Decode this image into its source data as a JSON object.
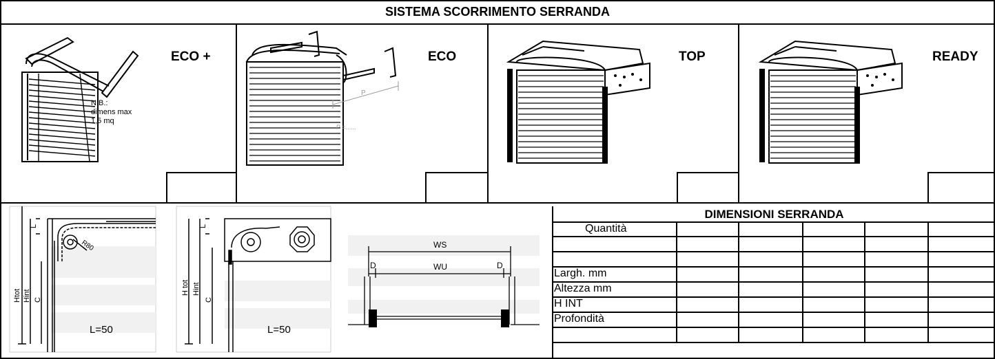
{
  "header": {
    "title": "SISTEMA SCORRIMENTO SERRANDA"
  },
  "models": [
    {
      "name": "ECO +",
      "note": [
        "N.B.:",
        "dimens max",
        "1,5 mq"
      ]
    },
    {
      "name": "ECO",
      "depth_label": "P",
      "depth_field": "P =......"
    },
    {
      "name": "TOP"
    },
    {
      "name": "READY"
    }
  ],
  "diagrams": {
    "d1": {
      "l": "L",
      "htot": "Htot",
      "hint": "Hint",
      "c": "C",
      "r": "R80",
      "bottom": "L=50"
    },
    "d2": {
      "l": "L",
      "htot": "H tot",
      "hint": "Hint",
      "c": "C",
      "bottom": "L=50"
    },
    "d3": {
      "ws": "WS",
      "wu": "WU",
      "d_left": "D",
      "d_right": "D"
    }
  },
  "dimensions": {
    "title": "DIMENSIONI SERRANDA",
    "rows": [
      "Quantità",
      "",
      "Largh. mm",
      "Altezza mm",
      "H INT",
      "Profondità"
    ]
  }
}
